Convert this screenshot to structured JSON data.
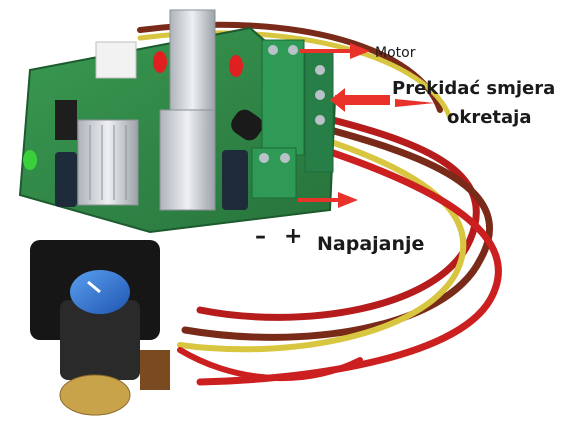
{
  "labels": {
    "motor": "Motor",
    "direction_switch_line1": "Prekidać smjera",
    "direction_switch_line2": "okretaja",
    "power_supply": "Napajanje",
    "minus": "–",
    "plus": "+"
  },
  "colors": {
    "pcb_green": "#2f8a46",
    "terminal_green": "#2e9a55",
    "arrow_red": "#e8322a",
    "wire_red": "#cc1f1f",
    "wire_brown": "#7a2a18",
    "wire_yellow": "#d8c640",
    "knob_blue": "#2f6fd0",
    "heatsink_silver": "#c9ced3"
  }
}
